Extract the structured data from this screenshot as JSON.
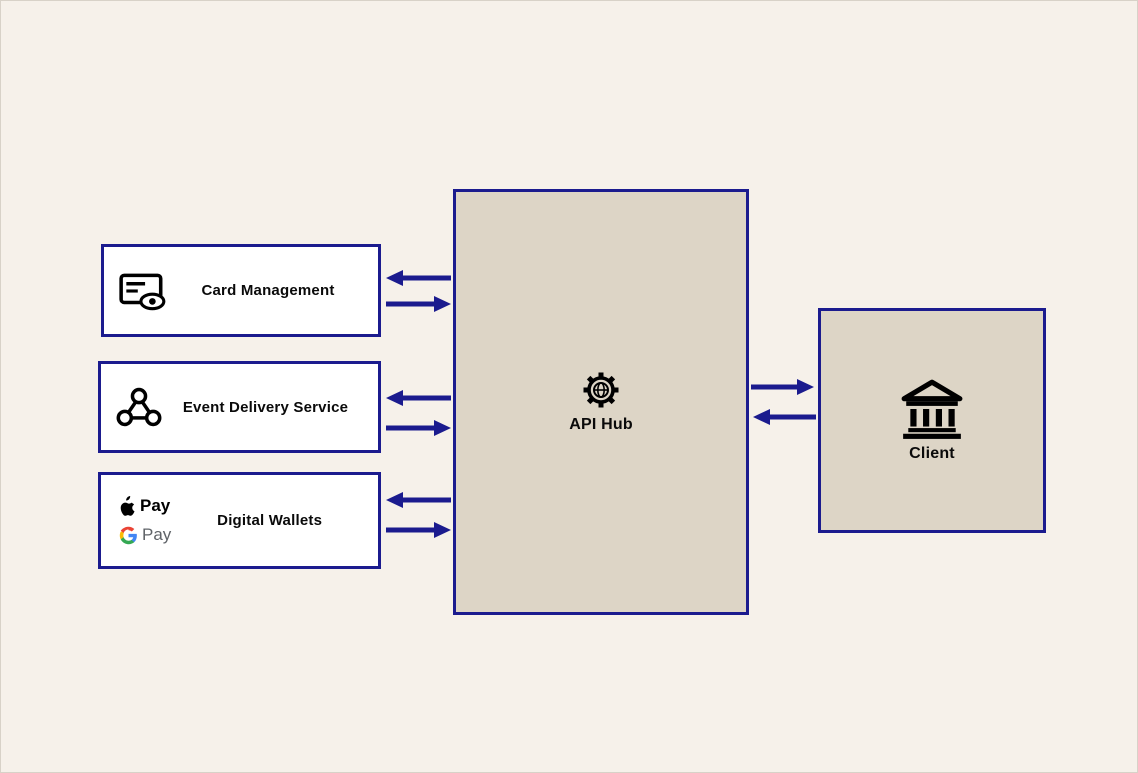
{
  "diagram": {
    "type": "architecture-diagram",
    "nodes": {
      "card_management": {
        "label": "Card Management",
        "icon": "card-eye-icon"
      },
      "event_delivery": {
        "label": "Event Delivery Service",
        "icon": "webhook-icon"
      },
      "digital_wallets": {
        "label": "Digital Wallets",
        "icons": [
          "apple-pay-logo",
          "google-pay-logo"
        ],
        "apple_pay_label": "Pay",
        "google_pay_label": "Pay"
      },
      "api_hub": {
        "label": "API Hub",
        "icon": "gear-globe-icon"
      },
      "client": {
        "label": "Client",
        "icon": "bank-icon"
      }
    },
    "edges": [
      {
        "from": "api_hub",
        "to": "card_management"
      },
      {
        "from": "card_management",
        "to": "api_hub"
      },
      {
        "from": "api_hub",
        "to": "event_delivery"
      },
      {
        "from": "event_delivery",
        "to": "api_hub"
      },
      {
        "from": "api_hub",
        "to": "digital_wallets"
      },
      {
        "from": "digital_wallets",
        "to": "api_hub"
      },
      {
        "from": "api_hub",
        "to": "client"
      },
      {
        "from": "client",
        "to": "api_hub"
      }
    ],
    "colors": {
      "background": "#f6f1ea",
      "node_border": "#1b1b8e",
      "arrow": "#1b1b8e",
      "node_fill_tan": "#ddd5c6",
      "node_fill_white": "#ffffff",
      "label_text": "#0a0a0a",
      "google_pay_text": "#5f6368",
      "google_blue": "#4285F4",
      "google_green": "#34A853",
      "google_yellow": "#FBBC05",
      "google_red": "#EA4335"
    }
  }
}
